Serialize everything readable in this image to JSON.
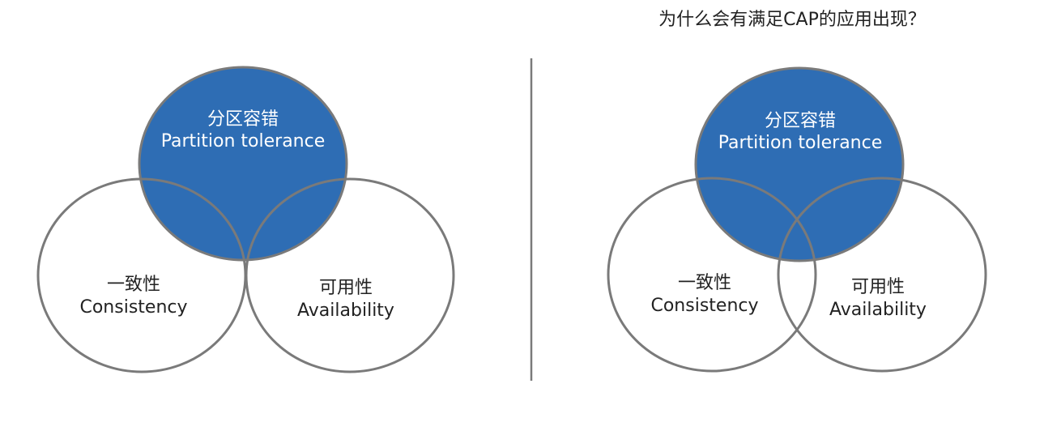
{
  "colors": {
    "partition_fill": "#2e6db4",
    "circle_stroke": "#7a7a7a",
    "divider": "#7a7a7a",
    "background": "#ffffff"
  },
  "right_title": "为什么会有满足CAP的应用出现？",
  "left_diagram": {
    "partition": {
      "zh": "分区容错",
      "en": "Partition tolerance"
    },
    "consistency": {
      "zh": "一致性",
      "en": "Consistency"
    },
    "availability": {
      "zh": "可用性",
      "en": "Availability"
    }
  },
  "right_diagram": {
    "partition": {
      "zh": "分区容错",
      "en": "Partition tolerance"
    },
    "consistency": {
      "zh": "一致性",
      "en": "Consistency"
    },
    "availability": {
      "zh": "可用性",
      "en": "Availability"
    }
  }
}
